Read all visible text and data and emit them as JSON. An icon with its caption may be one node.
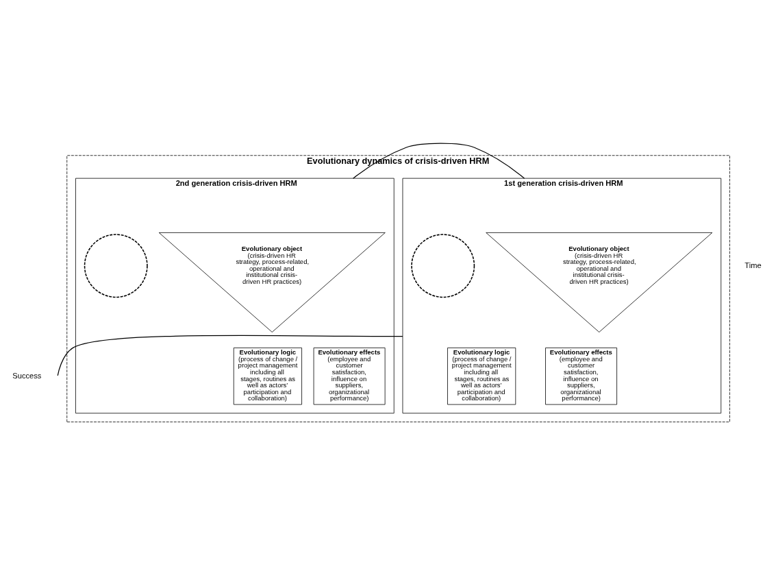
{
  "diagram": {
    "nodes": [
      {
        "text": [
          "Evolutionary dynamics of crisis-driven HRM"
        ]
      },
      {
        "text": [
          "1st generation crisis-driven HRM"
        ],
        "in": 0
      },
      {
        "text": [
          "Evolutionary object",
          "(crisis-driven HR strategy, process-related, operational and institutional crisis-driven HR practices)"
        ],
        "in": 1
      },
      {
        "text": [
          "Evolutionary logic",
          "(process of change / project management including all stages, routines as well as actors’ participation and collaboration)"
        ],
        "in": 1
      },
      {
        "text": [
          "Evolutionary effects",
          "(employee and customer satisfaction, influence on suppliers, organizational performance)"
        ],
        "in": 1
      },
      {
        "text": [],
        "shape": "circle",
        "in": 1
      },
      {
        "text": [
          "2nd generation crisis-driven HRM"
        ],
        "in": 0
      },
      {
        "text": [
          "Evolutionary object",
          "(crisis-driven HR strategy, process-related, operational and institutional crisis-driven HR practices)"
        ],
        "in": 6
      },
      {
        "text": [
          "Evolutionary logic",
          "(process of change / project management including all stages, routines as well as actors’ participation and collaboration)"
        ],
        "in": 6
      },
      {
        "text": [
          "Evolutionary effects",
          "(employee and customer satisfaction, influence on suppliers, organizational performance)"
        ],
        "in": 6
      },
      {
        "text": [],
        "shape": "circle",
        "in": 6
      }
    ],
    "edges": [
      {
        "from": null,
        "to": 1,
        "arrow": "none"
      },
      {
        "from": 1,
        "to": 6,
        "arrow": "none"
      }
    ],
    "labels": [
      "Success",
      "Time"
    ]
  }
}
